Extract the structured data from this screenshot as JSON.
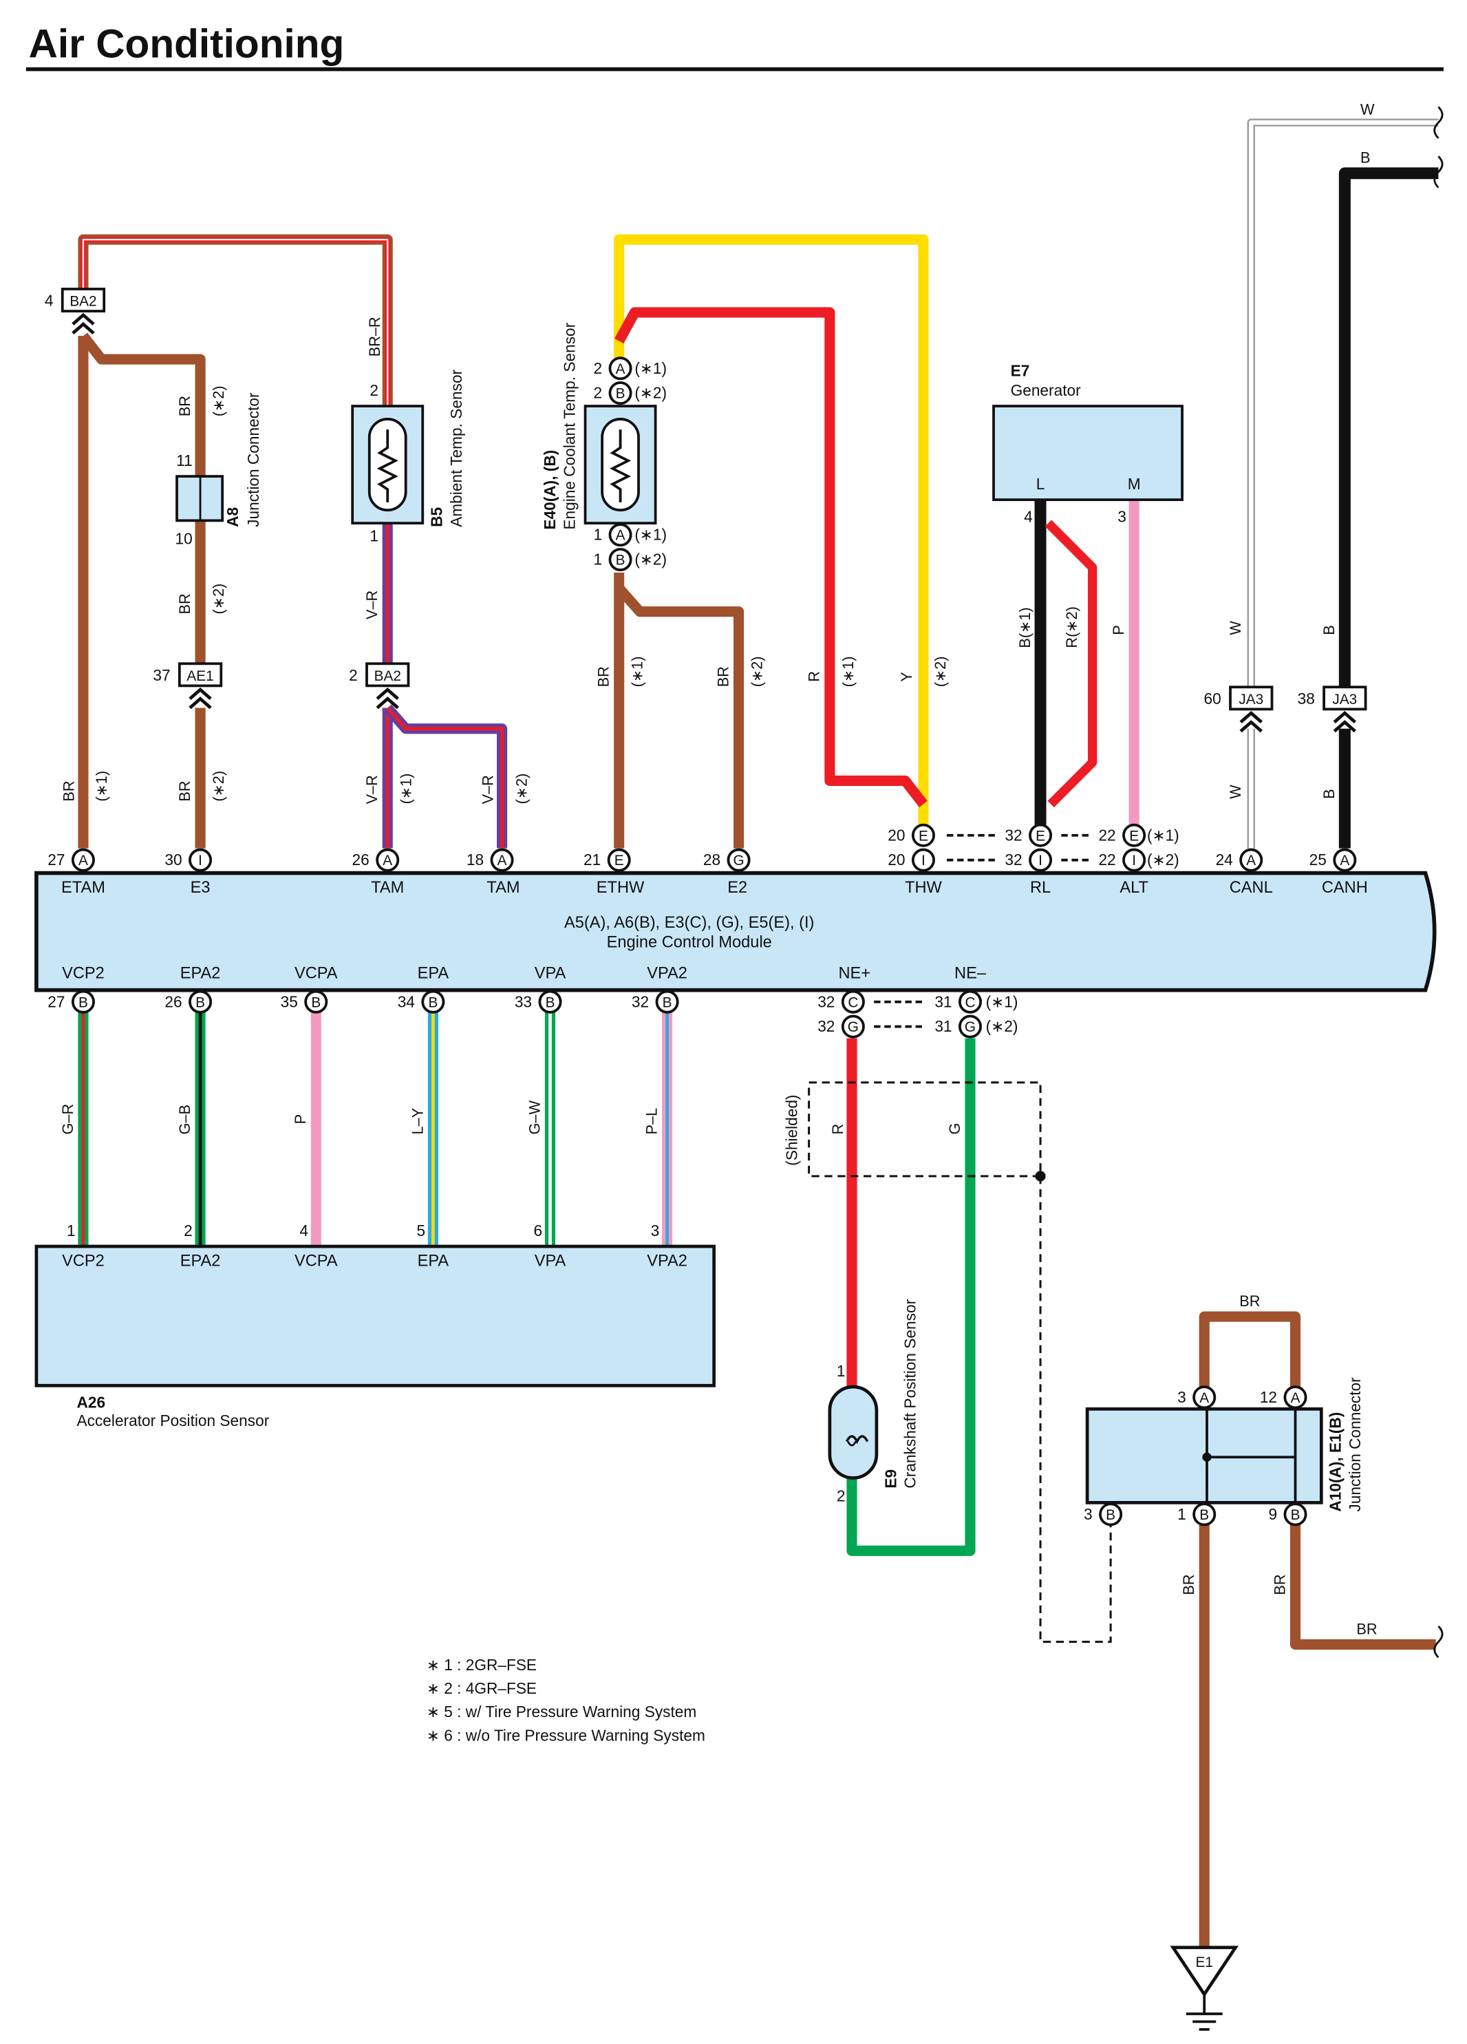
{
  "page_title": "Air Conditioning",
  "colors": {
    "brown": "#a0522d",
    "red": "#ee1c24",
    "yellow": "#ffdd00",
    "purple": "#6a3d9a",
    "green": "#00a651",
    "pink": "#f49ac1",
    "blue": "#29abe2",
    "black": "#111111",
    "white": "#ffffff",
    "component_fill": "#c9e6f7"
  },
  "ecm": {
    "title": "A5(A), A6(B), E3(C), (G), E5(E), (I)",
    "name": "Engine Control Module",
    "top_pins": [
      "ETAM",
      "E3",
      "TAM",
      "TAM",
      "ETHW",
      "E2",
      "THW",
      "RL",
      "ALT",
      "CANL",
      "CANH"
    ],
    "bottom_pins": [
      "VCP2",
      "EPA2",
      "VCPA",
      "EPA",
      "VPA",
      "VPA2",
      "NE+",
      "NE–"
    ]
  },
  "connector_labels": {
    "p27": "27",
    "p30": "30",
    "p26": "26",
    "p18": "18",
    "p21": "21",
    "p28": "28",
    "p20": "20",
    "p32": "32",
    "p22": "22",
    "p24": "24",
    "p25": "25",
    "p35": "35",
    "p34": "34",
    "p33": "33",
    "p31": "31",
    "p1": "1",
    "p2": "2",
    "p3": "3",
    "p4": "4",
    "p5": "5",
    "p6": "6",
    "p10": "10",
    "p11": "11",
    "p12": "12",
    "p37": "37",
    "p38": "38",
    "p60": "60",
    "p9": "9",
    "A": "A",
    "B": "B",
    "C": "C",
    "E": "E",
    "G": "G",
    "I": "I",
    "ast1": "(∗1)",
    "ast2": "(∗2)"
  },
  "junctions": {
    "ba2": "BA2",
    "ae1": "AE1",
    "ja3": "JA3",
    "e1": "E1"
  },
  "wire_colors": {
    "BR": "BR",
    "BR_R": "BR–R",
    "V_R": "V–R",
    "R": "R",
    "Y": "Y",
    "B": "B",
    "W": "W",
    "P": "P",
    "B1": "B(∗1)",
    "R2": "R(∗2)",
    "G_R": "G–R",
    "G_B": "G–B",
    "L_Y": "L–Y",
    "G_W": "G–W",
    "P_L": "P–L",
    "G": "G"
  },
  "components": {
    "a8_code": "A8",
    "a8_name": "Junction Connector",
    "b5_code": "B5",
    "b5_name": "Ambient Temp.  Sensor",
    "e40_code": "E40(A), (B)",
    "e40_name": "Engine Coolant Temp.  Sensor",
    "e7_code": "E7",
    "e7_name": "Generator",
    "e7_pin_l": "L",
    "e7_pin_m": "M",
    "a26_code": "A26",
    "a26_name": "Accelerator Position Sensor",
    "a26_pins": [
      "VCP2",
      "EPA2",
      "VCPA",
      "EPA",
      "VPA",
      "VPA2"
    ],
    "e9_code": "E9",
    "e9_name": "Crankshaft Position Sensor",
    "a10_code": "A10(A), E1(B)",
    "a10_name": "Junction Connector",
    "shielded": "(Shielded)"
  },
  "notes": [
    "∗ 1 : 2GR–FSE",
    "∗ 2 : 4GR–FSE",
    "∗ 5 : w/ Tire Pressure Warning System",
    "∗ 6 : w/o Tire Pressure Warning System"
  ]
}
